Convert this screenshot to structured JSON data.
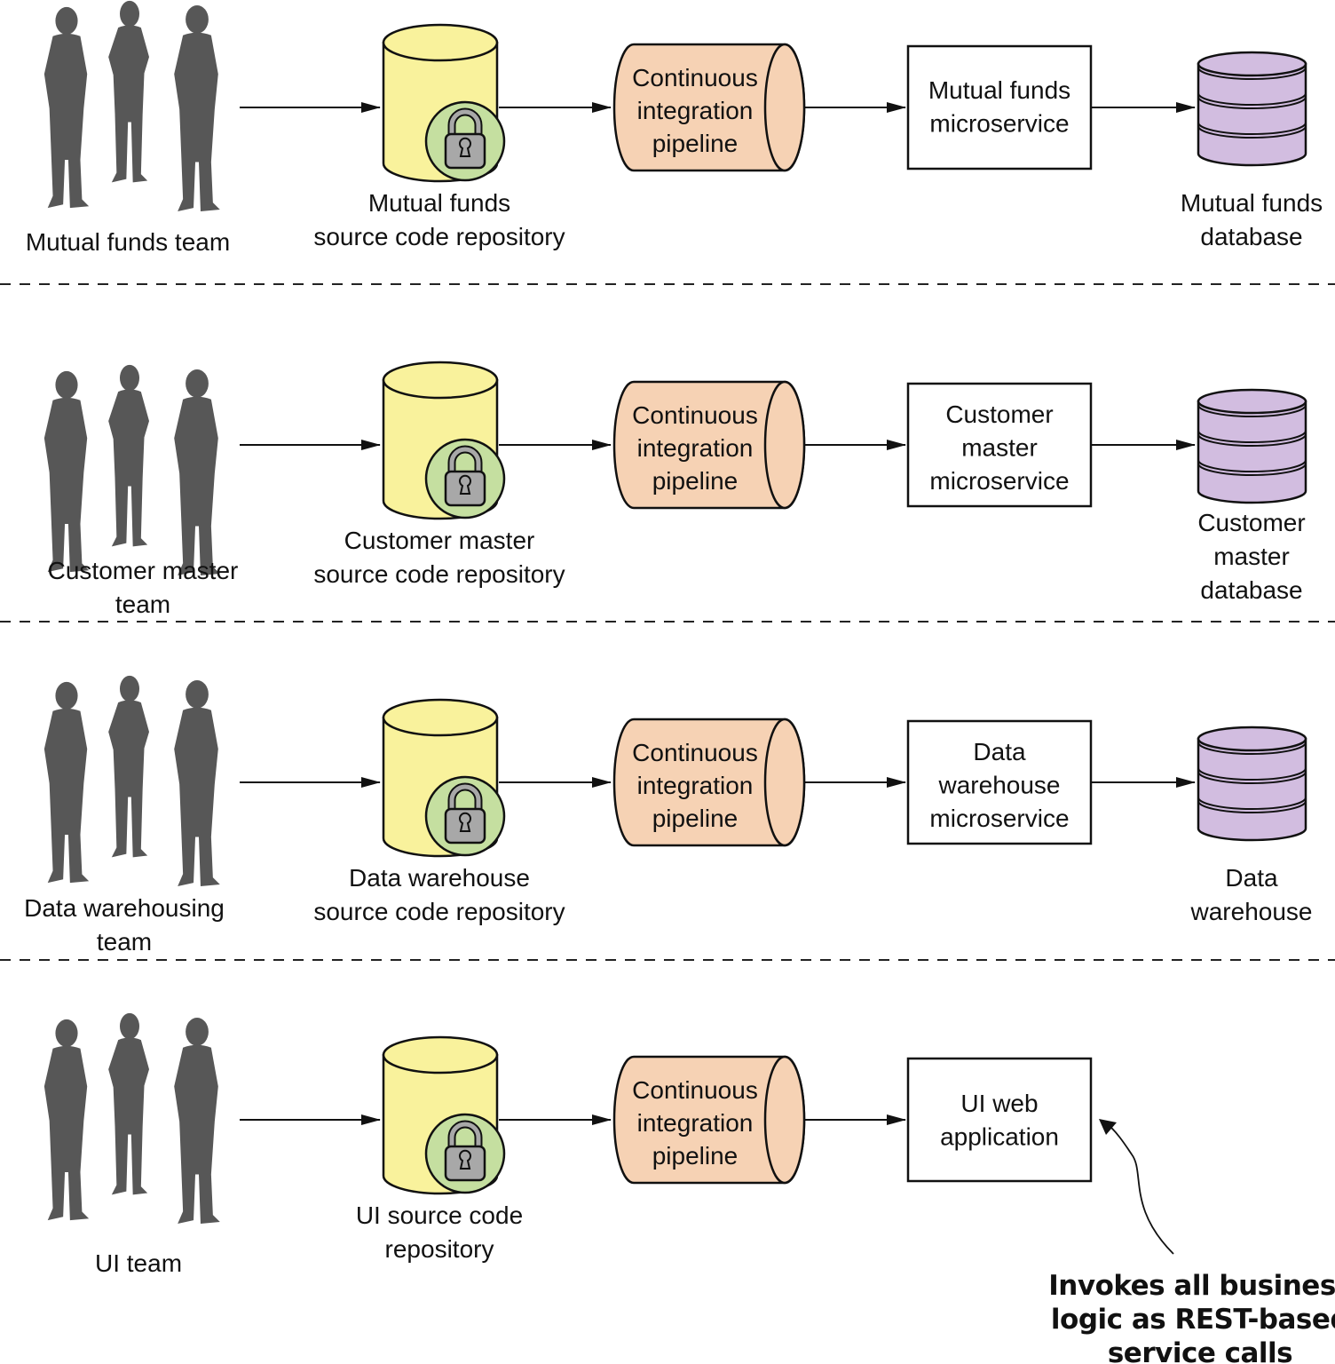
{
  "diagram": {
    "title": "Independent team pipelines per microservice",
    "colors": {
      "repository": "#f9f29c",
      "lock_circle": "#c5dfa0",
      "lock": "#a8a8a8",
      "pipeline": "#f6d2b4",
      "database": "#d2bde0",
      "people": "#575757",
      "line": "#111111"
    },
    "rows": [
      {
        "team_label": [
          "Mutual funds team"
        ],
        "repo_label": [
          "Mutual funds",
          "source code repository"
        ],
        "pipeline_label": [
          "Continuous",
          "integration",
          "pipeline"
        ],
        "service_label": [
          "Mutual funds",
          "microservice"
        ],
        "db_label": [
          "Mutual funds",
          "database"
        ],
        "has_db": true
      },
      {
        "team_label": [
          "Customer master",
          "team"
        ],
        "repo_label": [
          "Customer master",
          "source code repository"
        ],
        "pipeline_label": [
          "Continuous",
          "integration",
          "pipeline"
        ],
        "service_label": [
          "Customer",
          "master",
          "microservice"
        ],
        "db_label": [
          "Customer",
          "master",
          "database"
        ],
        "has_db": true
      },
      {
        "team_label": [
          "Data warehousing",
          "team"
        ],
        "repo_label": [
          "Data warehouse",
          "source code repository"
        ],
        "pipeline_label": [
          "Continuous",
          "integration",
          "pipeline"
        ],
        "service_label": [
          "Data",
          "warehouse",
          "microservice"
        ],
        "db_label": [
          "Data",
          "warehouse"
        ],
        "has_db": true
      },
      {
        "team_label": [
          "UI team"
        ],
        "repo_label": [
          "UI source code",
          "repository"
        ],
        "pipeline_label": [
          "Continuous",
          "integration",
          "pipeline"
        ],
        "service_label": [
          "UI web",
          "application"
        ],
        "db_label": [],
        "has_db": false
      }
    ],
    "annotation": [
      "Invokes all business",
      "logic as REST-based",
      "service calls"
    ],
    "icons": {
      "team": "people-silhouette-icon",
      "repository": "repository-cylinder-icon",
      "lock": "padlock-icon",
      "pipeline": "pipeline-cylinder-icon",
      "database": "database-icon"
    }
  }
}
